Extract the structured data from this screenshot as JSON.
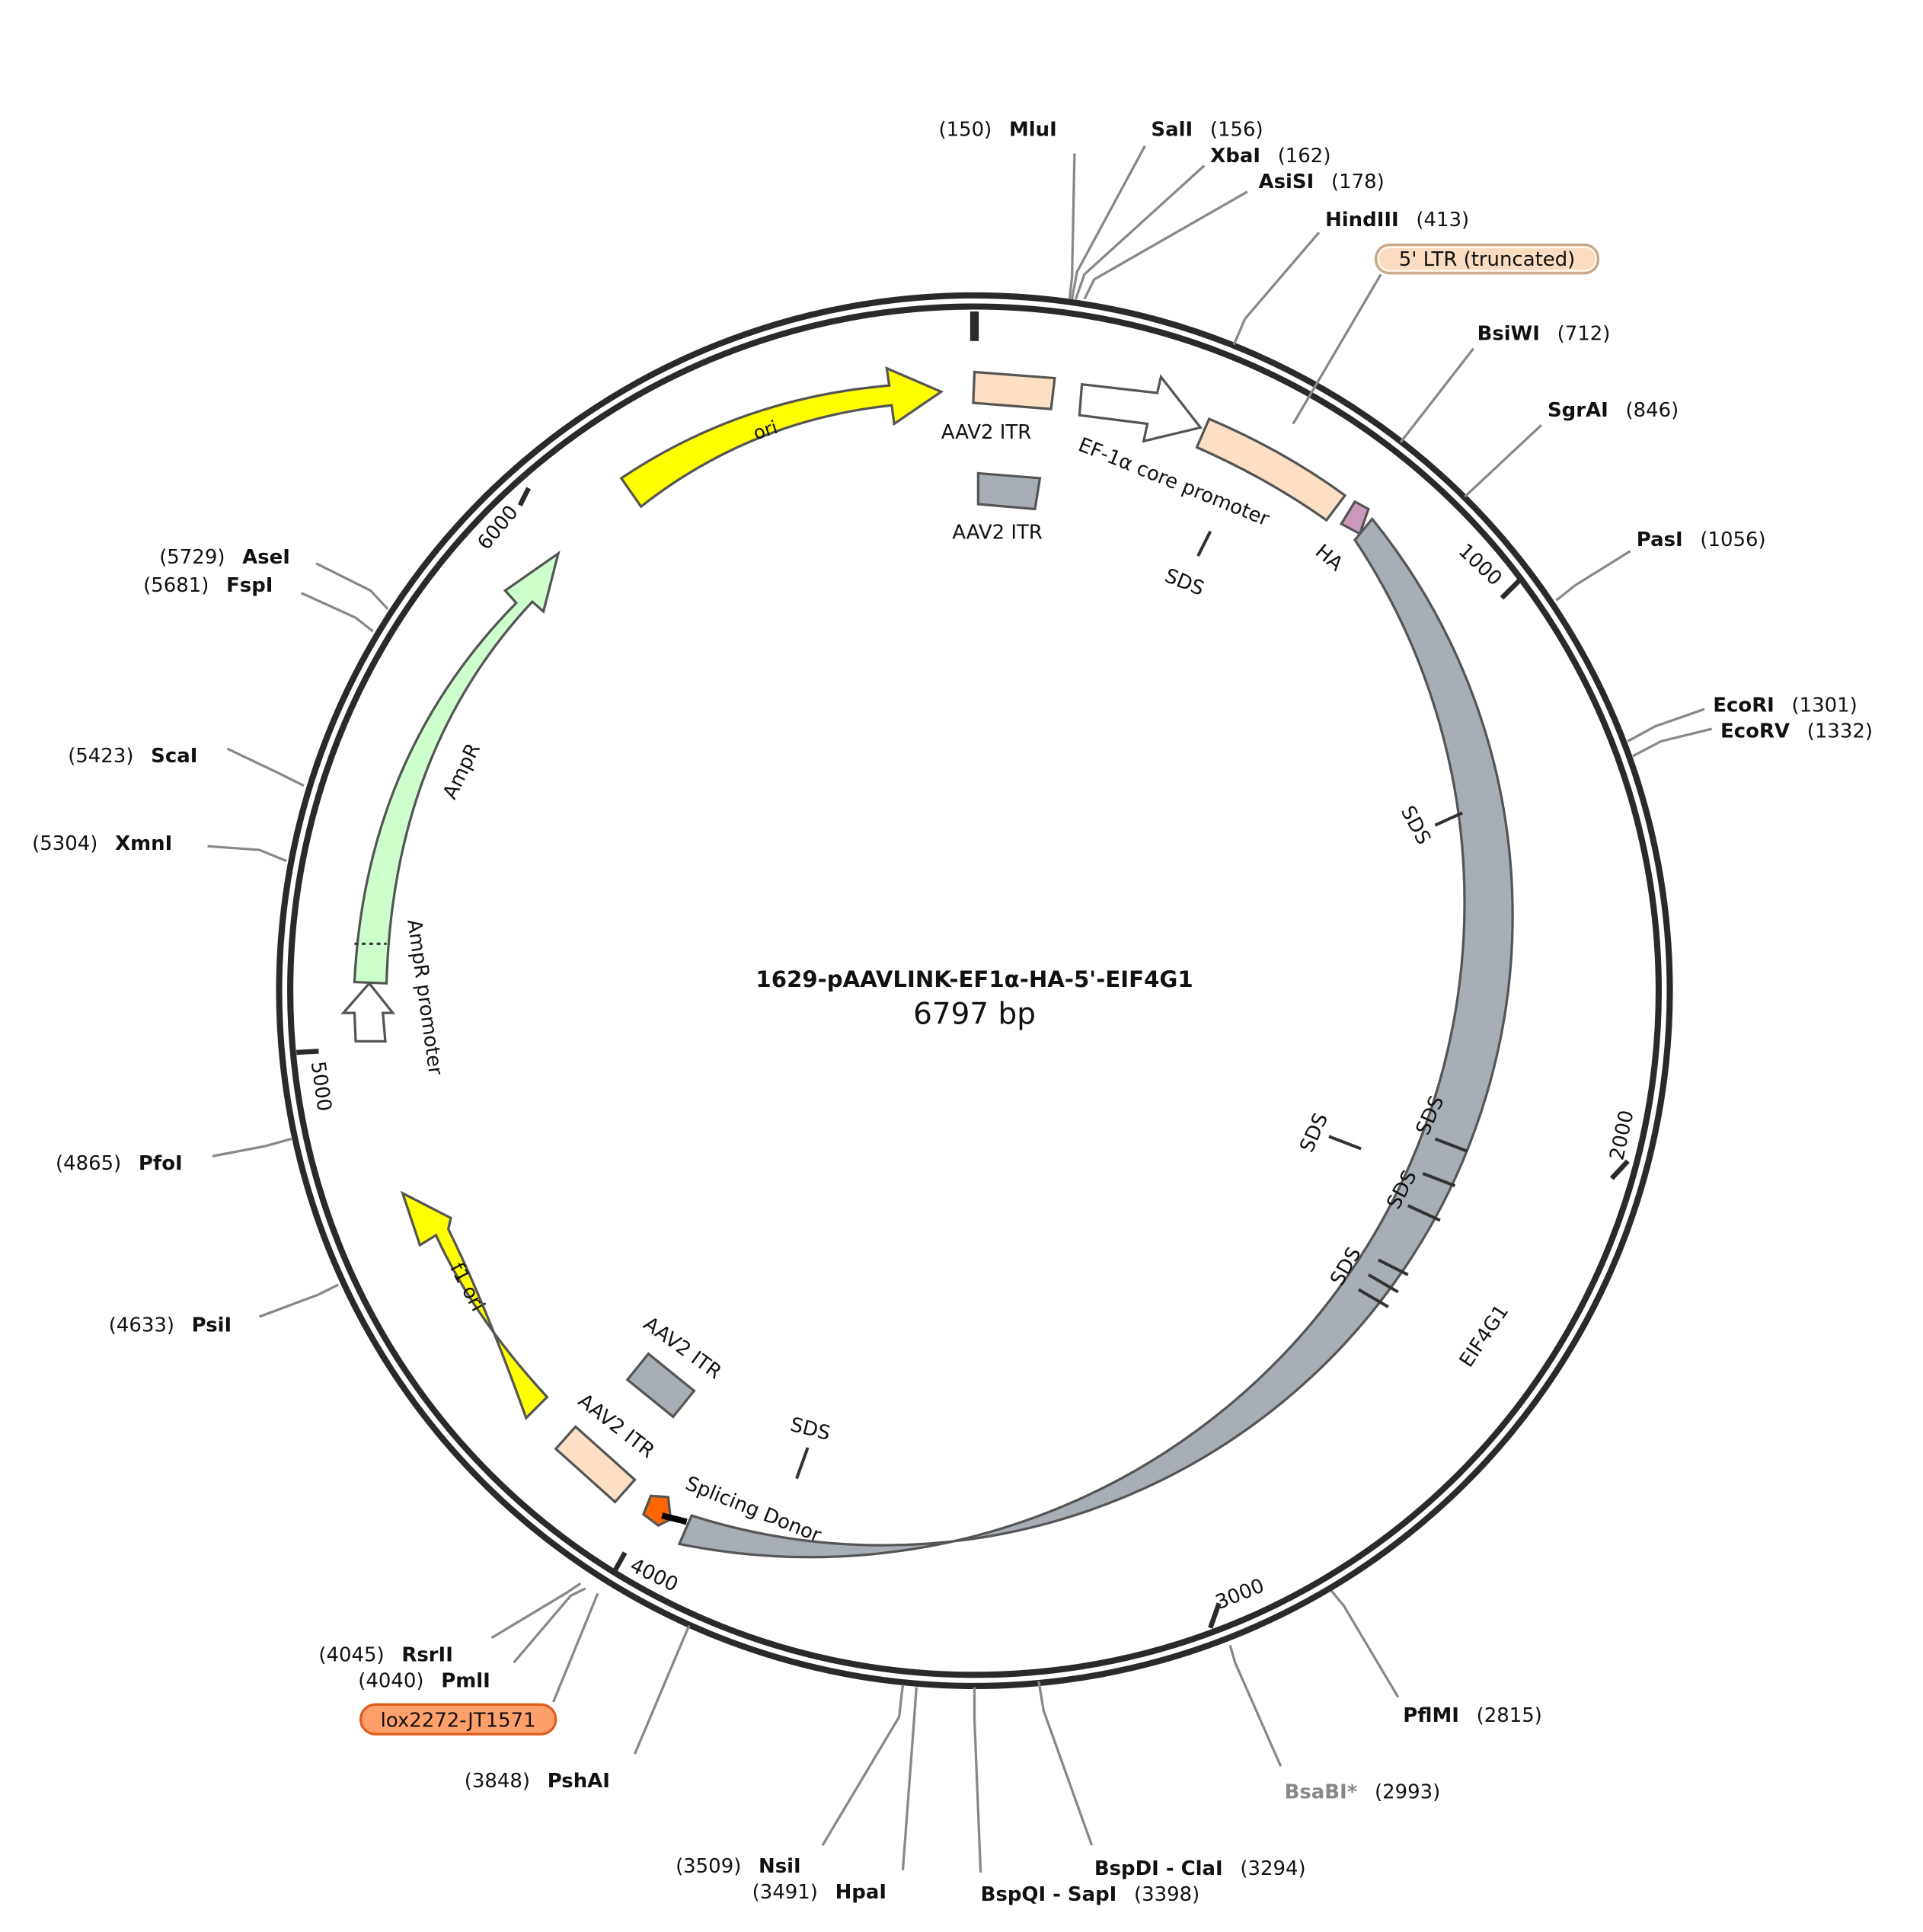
{
  "plasmid": {
    "name": "1629-pAAVLINK-EF1α-HA-5'-EIF4G1",
    "length_label": "6797 bp",
    "length": 6797
  },
  "ticks": [
    {
      "pos": 1000,
      "label": "1000"
    },
    {
      "pos": 2000,
      "label": "2000"
    },
    {
      "pos": 3000,
      "label": "3000"
    },
    {
      "pos": 4000,
      "label": "4000"
    },
    {
      "pos": 5000,
      "label": "5000"
    },
    {
      "pos": 6000,
      "label": "6000"
    }
  ],
  "sites": [
    {
      "name": "MluI",
      "pos": "(150)",
      "bp": 150
    },
    {
      "name": "SalI",
      "pos": "(156)",
      "bp": 156
    },
    {
      "name": "XbaI",
      "pos": "(162)",
      "bp": 162
    },
    {
      "name": "AsiSI",
      "pos": "(178)",
      "bp": 178
    },
    {
      "name": "HindIII",
      "pos": "(413)",
      "bp": 413
    },
    {
      "name": "BsiWI",
      "pos": "(712)",
      "bp": 712
    },
    {
      "name": "SgrAI",
      "pos": "(846)",
      "bp": 846
    },
    {
      "name": "PasI",
      "pos": "(1056)",
      "bp": 1056
    },
    {
      "name": "EcoRI",
      "pos": "(1301)",
      "bp": 1301
    },
    {
      "name": "EcoRV",
      "pos": "(1332)",
      "bp": 1332
    },
    {
      "name": "PflMI",
      "pos": "(2815)",
      "bp": 2815
    },
    {
      "name": "BsaBI*",
      "pos": "(2993)",
      "bp": 2993,
      "muted": true
    },
    {
      "name": "BspDI - ClaI",
      "pos": "(3294)",
      "bp": 3294
    },
    {
      "name": "BspQI - SapI",
      "pos": "(3398)",
      "bp": 3398
    },
    {
      "name": "NsiI",
      "pos": "(3509)",
      "bp": 3509
    },
    {
      "name": "HpaI",
      "pos": "(3491)",
      "bp": 3491
    },
    {
      "name": "PshAI",
      "pos": "(3848)",
      "bp": 3848
    },
    {
      "name": "PmlI",
      "pos": "(4040)",
      "bp": 4040
    },
    {
      "name": "RsrII",
      "pos": "(4045)",
      "bp": 4045
    },
    {
      "name": "PsiI",
      "pos": "(4633)",
      "bp": 4633
    },
    {
      "name": "PfoI",
      "pos": "(4865)",
      "bp": 4865
    },
    {
      "name": "XmnI",
      "pos": "(5304)",
      "bp": 5304
    },
    {
      "name": "ScaI",
      "pos": "(5423)",
      "bp": 5423
    },
    {
      "name": "FspI",
      "pos": "(5681)",
      "bp": 5681
    },
    {
      "name": "AseI",
      "pos": "(5729)",
      "bp": 5729
    }
  ],
  "boxed_features": [
    {
      "name": "5' LTR (truncated)",
      "color": "#fbdcc0"
    },
    {
      "name": "lox2272-JT1571",
      "color": "#ffa06c"
    }
  ],
  "features": [
    {
      "name": "ori",
      "color": "#ffff00"
    },
    {
      "name": "AAV2 ITR",
      "color": "#fde0c4"
    },
    {
      "name": "AAV2 ITR",
      "color": "#a7aeb6"
    },
    {
      "name": "EF-1α core promoter",
      "color": "#ffffff"
    },
    {
      "name": "HA",
      "color": "#cc99bb"
    },
    {
      "name": "EIF4G1",
      "color": "#a7aeb6"
    },
    {
      "name": "Splicing Donor",
      "color": "#ff6600"
    },
    {
      "name": "AAV2 ITR",
      "color": "#a7aeb6"
    },
    {
      "name": "AAV2 ITR",
      "color": "#fde0c4"
    },
    {
      "name": "f1 ori",
      "color": "#ffff00"
    },
    {
      "name": "AmpR",
      "color": "#ccffcc"
    },
    {
      "name": "AmpR promoter",
      "color": "#ffffff"
    }
  ],
  "sds_label": "SDS"
}
